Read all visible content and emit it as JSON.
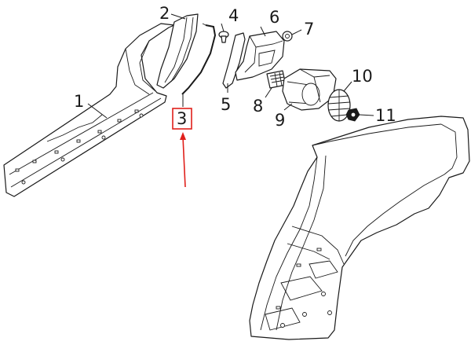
{
  "callouts": {
    "c1": "1",
    "c2": "2",
    "c3": "3",
    "c4": "4",
    "c5": "5",
    "c6": "6",
    "c7": "7",
    "c8": "8",
    "c9": "9",
    "c10": "10",
    "c11": "11"
  },
  "highlight": {
    "target": "3",
    "color": "#e0201b"
  },
  "colors": {
    "line": "#1a1a1a",
    "background": "#ffffff",
    "highlight": "#e0201b"
  }
}
